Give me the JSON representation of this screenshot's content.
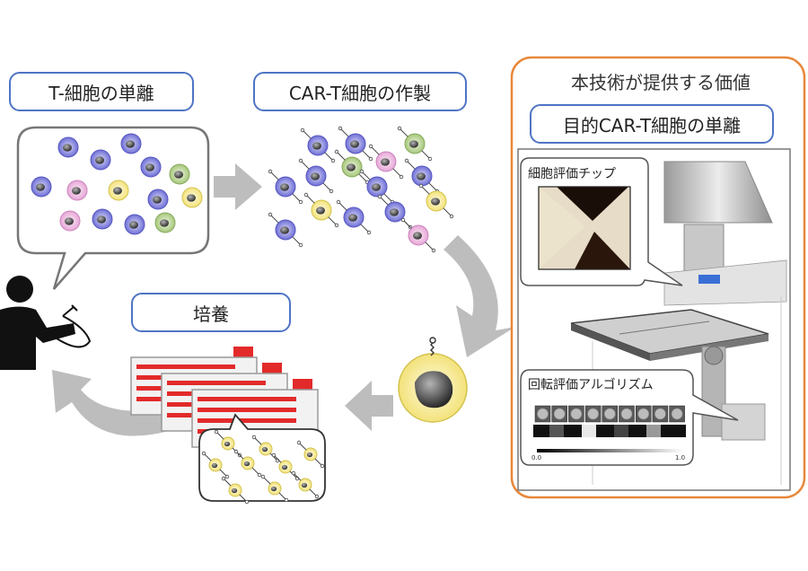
{
  "labels": {
    "isolation": "T-細胞の単離",
    "production": "CAR-T細胞の作製",
    "culture": "培養",
    "value_title": "本技術が提供する価値",
    "target_isolation": "目的CAR-T細胞の単離",
    "chip": "細胞評価チップ",
    "algorithm": "回転評価アルゴリズム"
  },
  "scale_bar": {
    "min": "0.0",
    "max": "1.0"
  },
  "colors": {
    "accent_blue": "#4f74c4",
    "accent_orange": "#e8883a",
    "cell_blue": "#6f6fd6",
    "cell_pink": "#e6a6d6",
    "cell_green": "#a6c77a",
    "cell_yellow": "#f3e27a",
    "flask_red": "#e32a2a",
    "arrow_gray": "#bdbdbd"
  },
  "icons": [
    "person-icon",
    "syringe-icon",
    "culture-flask-icon",
    "microscope-stage-icon",
    "cell-icon",
    "car-receptor-icon"
  ]
}
